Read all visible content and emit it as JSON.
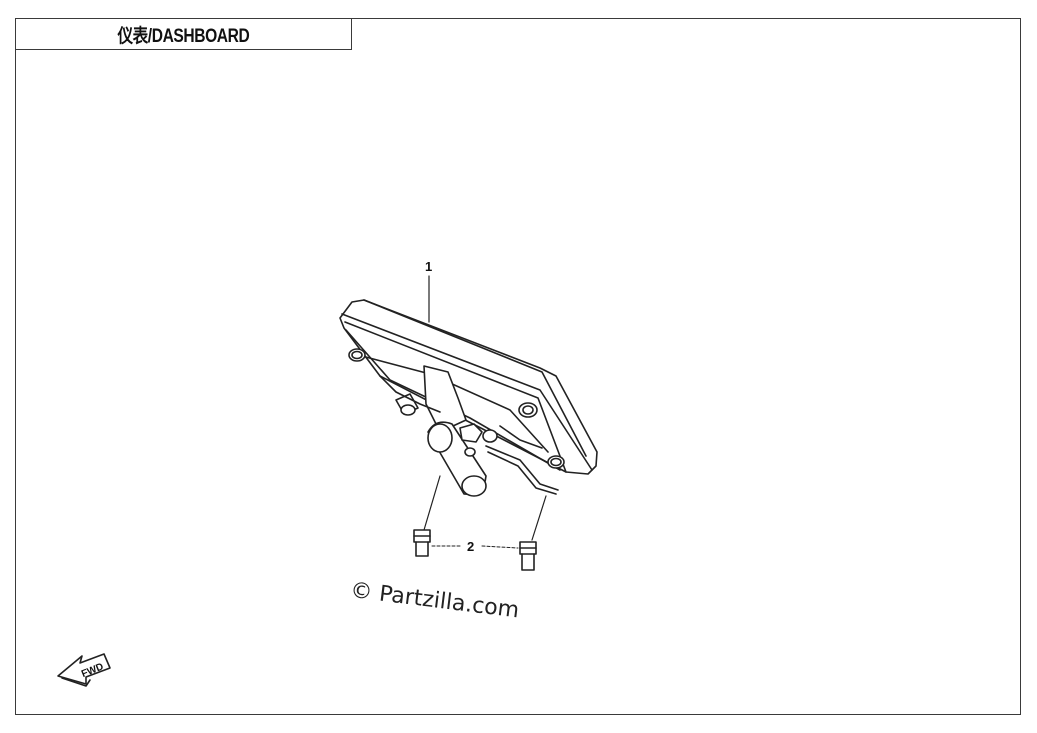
{
  "title": "仪表/DASHBOARD",
  "callouts": {
    "part1": "1",
    "part2": "2"
  },
  "watermark": "© Partzilla.com",
  "direction_arrow": "FWD",
  "colors": {
    "line": "#222222",
    "frame": "#3a3a3a",
    "background": "#ffffff"
  }
}
